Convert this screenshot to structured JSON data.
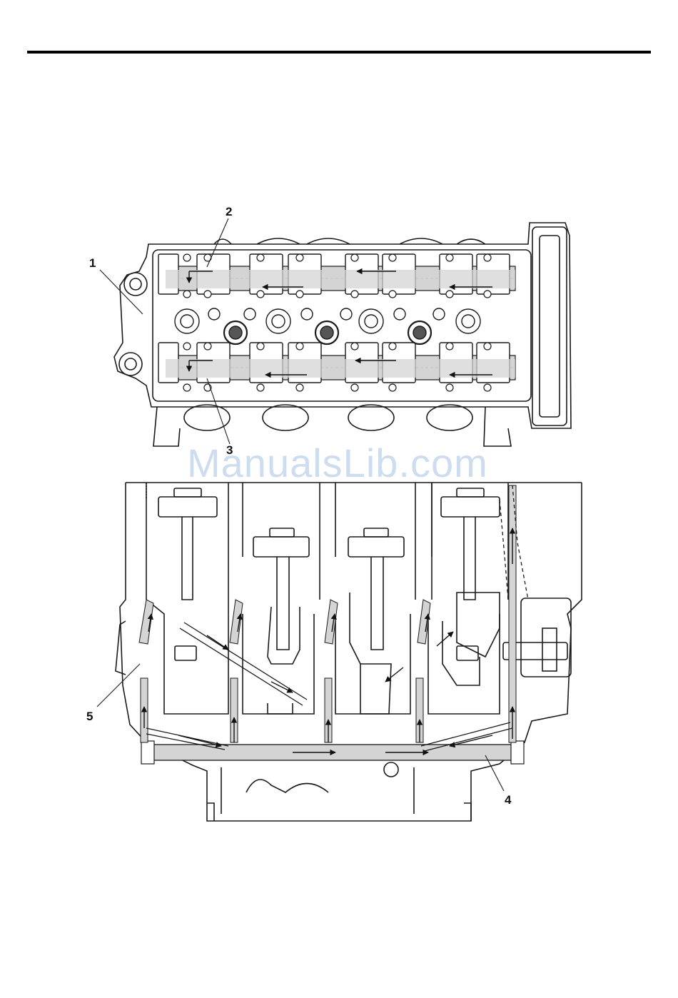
{
  "callouts": {
    "c1": "1",
    "c2": "2",
    "c3": "3",
    "c4": "4",
    "c5": "5"
  },
  "watermark": "ManualsLib.com",
  "colors": {
    "line": "#1a1a1a",
    "oil_passage": "#d4d4d4",
    "watermark": "#c9d9ee"
  }
}
